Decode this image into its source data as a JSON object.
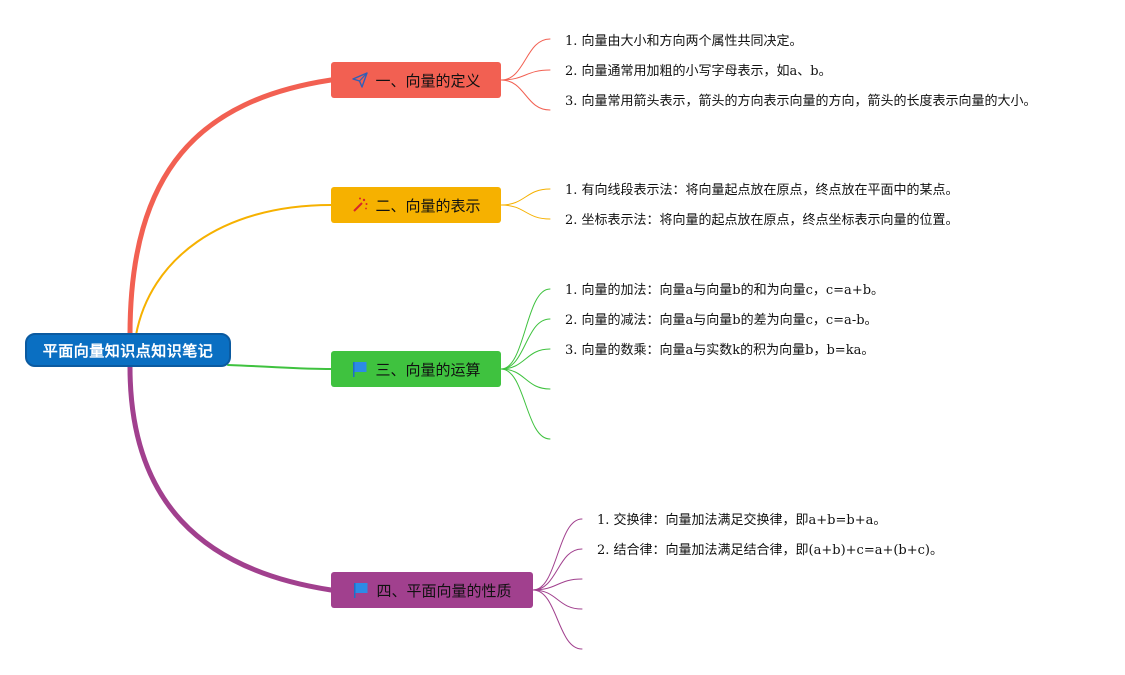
{
  "root": {
    "label": "平面向量知识点知识笔记"
  },
  "branches": [
    {
      "label": "一、向量的定义",
      "icon": "paper-plane-icon",
      "color": "#f26052",
      "items": [
        "1. 向量由大小和方向两个属性共同决定。",
        "2. 向量通常用加粗的小写字母表示，如a、b。",
        "3. 向量常用箭头表示，箭头的方向表示向量的方向，箭头的长度表示向量的大小。"
      ]
    },
    {
      "label": "二、向量的表示",
      "icon": "magic-wand-icon",
      "color": "#f6b100",
      "items": [
        "1. 有向线段表示法：将向量起点放在原点，终点放在平面中的某点。",
        "2. 坐标表示法：将向量的起点放在原点，终点坐标表示向量的位置。"
      ]
    },
    {
      "label": "三、向量的运算",
      "icon": "flag-icon",
      "color": "#3fc23f",
      "items": [
        "1. 向量的加法：向量a与向量b的和为向量c，c=a+b。",
        "2. 向量的减法：向量a与向量b的差为向量c，c=a-b。",
        "3. 向量的数乘：向量a与实数k的积为向量b，b=ka。",
        "",
        ""
      ]
    },
    {
      "label": "四、平面向量的性质",
      "icon": "flag-icon",
      "color": "#a1408e",
      "items": [
        "1. 交换律：向量加法满足交换律，即a+b=b+a。",
        "2. 结合律：向量加法满足结合律，即(a+b)+c=a+(b+c)。",
        "",
        "",
        ""
      ]
    }
  ]
}
